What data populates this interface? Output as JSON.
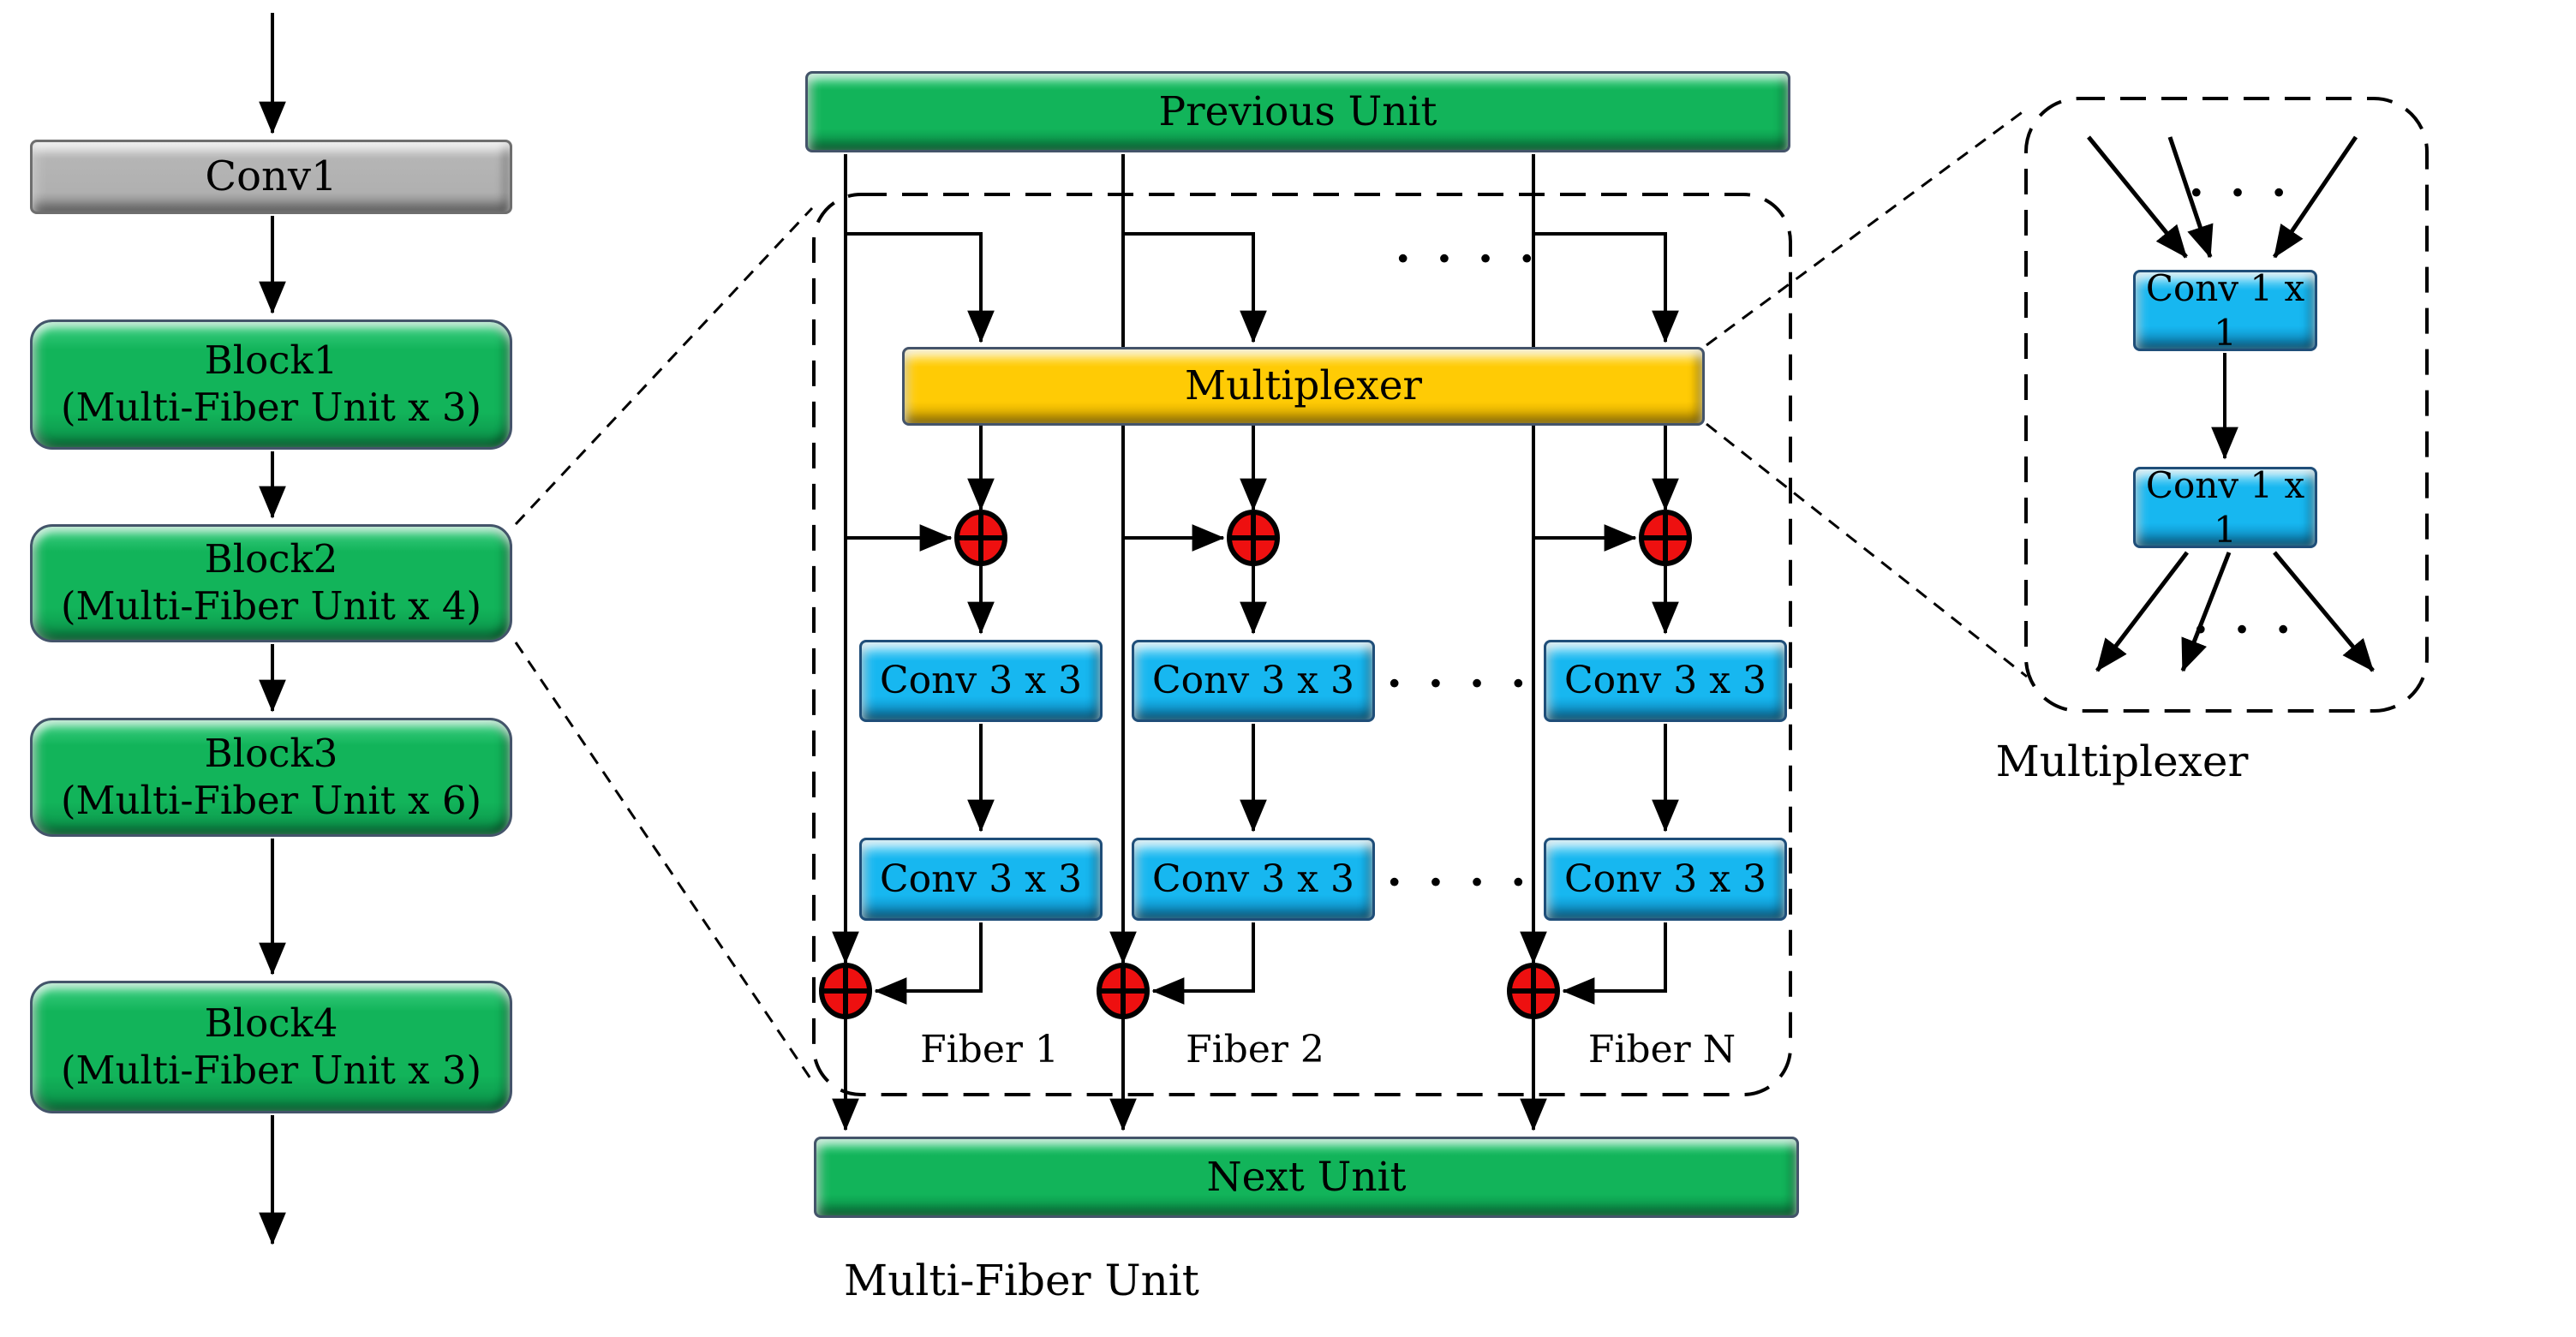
{
  "colors": {
    "green": "#12B45A",
    "gray": "#B5B5B5",
    "yellow": "#FFCB05",
    "blue": "#17B7F0",
    "red": "#EE1010",
    "slate_border": "#44546A",
    "line": "#000000"
  },
  "icons": {
    "sum_nodes": "circle-plus-icon"
  },
  "backbone": {
    "conv1": "Conv1",
    "blocks": [
      {
        "name": "Block1",
        "detail": "(Multi-Fiber Unit x 3)"
      },
      {
        "name": "Block2",
        "detail": "(Multi-Fiber Unit x 4)"
      },
      {
        "name": "Block3",
        "detail": "(Multi-Fiber Unit x 6)"
      },
      {
        "name": "Block4",
        "detail": "(Multi-Fiber Unit x 3)"
      }
    ]
  },
  "unit": {
    "previous": "Previous Unit",
    "multiplexer": "Multiplexer",
    "conv3x3": "Conv 3 x 3",
    "dots4": "· · · ·",
    "fibers": [
      "Fiber 1",
      "Fiber 2",
      "Fiber N"
    ],
    "next": "Next Unit",
    "caption": "Multi-Fiber Unit"
  },
  "detail": {
    "conv1x1": "Conv 1 x 1",
    "dots3": "· · ·",
    "caption": "Multiplexer"
  }
}
